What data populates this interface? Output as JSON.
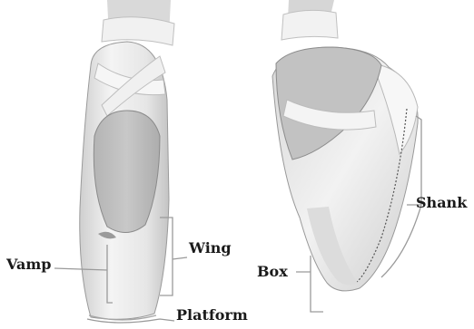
{
  "labels": {
    "vamp": "Vamp",
    "wing": "Wing",
    "platform": "Platform",
    "box": "Box",
    "shank": "Shank"
  },
  "colors": {
    "background": "#ffffff",
    "satin": "#e8e8e8",
    "satin_shadow": "#c9c9c9",
    "leg": "#bdbdbd",
    "ribbon": "#f3f3f3",
    "outline": "#8a8a8a",
    "leader_line": "#9a9a9a",
    "text": "#1a1a1a"
  }
}
